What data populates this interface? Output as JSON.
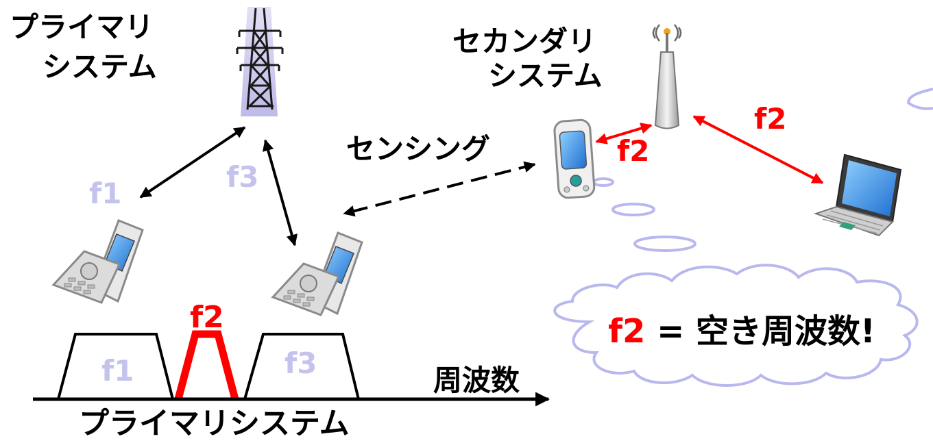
{
  "labels": {
    "primary_system": [
      "プライマリ",
      "システム"
    ],
    "secondary_system": [
      "セカンダリ",
      "システム"
    ],
    "sensing": "センシング",
    "f1": "f1",
    "f2": "f2",
    "f3": "f3",
    "frequency_axis": "周波数",
    "primary_system_bottom": "プライマリシステム",
    "callout_f2": "f2",
    "callout_rest": " = 空き周波数!"
  },
  "colors": {
    "black": "#000000",
    "red": "#ff0000",
    "faded_label": "#c3c3ee",
    "cloud_fill": "#ffffff",
    "cloud_stroke": "#b8b8ee",
    "phone_body": "#dcdcdc",
    "screen": "#3aa0ee"
  },
  "icons": [
    "power-tower-icon",
    "antenna-tower-icon",
    "pda-phone-icon",
    "flip-phone-icon",
    "laptop-icon"
  ]
}
